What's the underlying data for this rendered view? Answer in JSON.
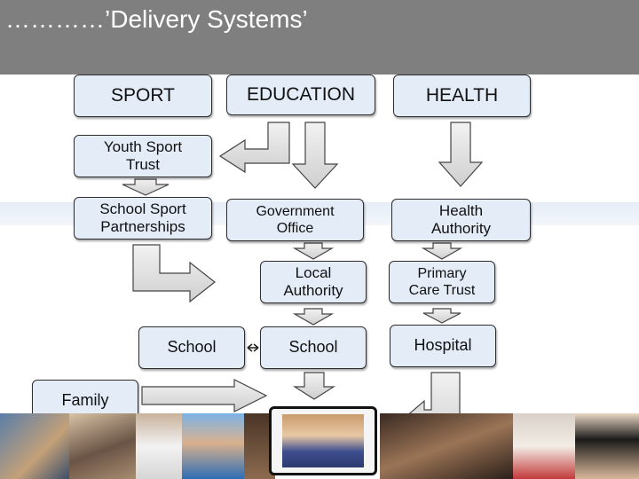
{
  "title": "…………’Delivery Systems’",
  "boxes": {
    "sport": "SPORT",
    "education": "EDUCATION",
    "health": "HEALTH",
    "youth_sport_trust": "Youth Sport\nTrust",
    "school_sport_partnerships": "School Sport\nPartnerships",
    "government_office": "Government\nOffice",
    "health_authority": "Health\nAuthority",
    "local_authority": "Local\nAuthority",
    "primary_care_trust": "Primary\nCare Trust",
    "school_left": "School",
    "school_center": "School",
    "hospital": "Hospital",
    "family": "Family"
  },
  "colors": {
    "header": "#7f7f7f",
    "box_fill": "#e4ecf8",
    "arrow_fill": "#e0e0e0"
  }
}
